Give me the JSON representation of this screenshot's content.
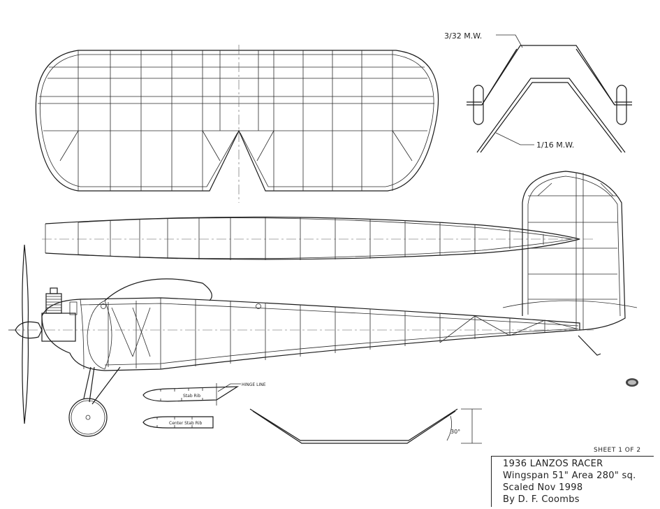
{
  "wire_labels": {
    "upper": "3/32 M.W.",
    "lower": "1/16 M.W."
  },
  "rib_labels": {
    "stab_rib": "Stab Rib",
    "center_stab_rib": "Center Stab Rib",
    "hinge_line": "HINGE LINE"
  },
  "angle_label": "30°",
  "sheet": "SHEET 1 OF 2",
  "title_block": {
    "line1": "1936 LANZOS RACER",
    "line2": "Wingspan 51\" Area 280\" sq.",
    "line3": "Scaled Nov 1998",
    "line4": "By D. F. Coombs"
  }
}
